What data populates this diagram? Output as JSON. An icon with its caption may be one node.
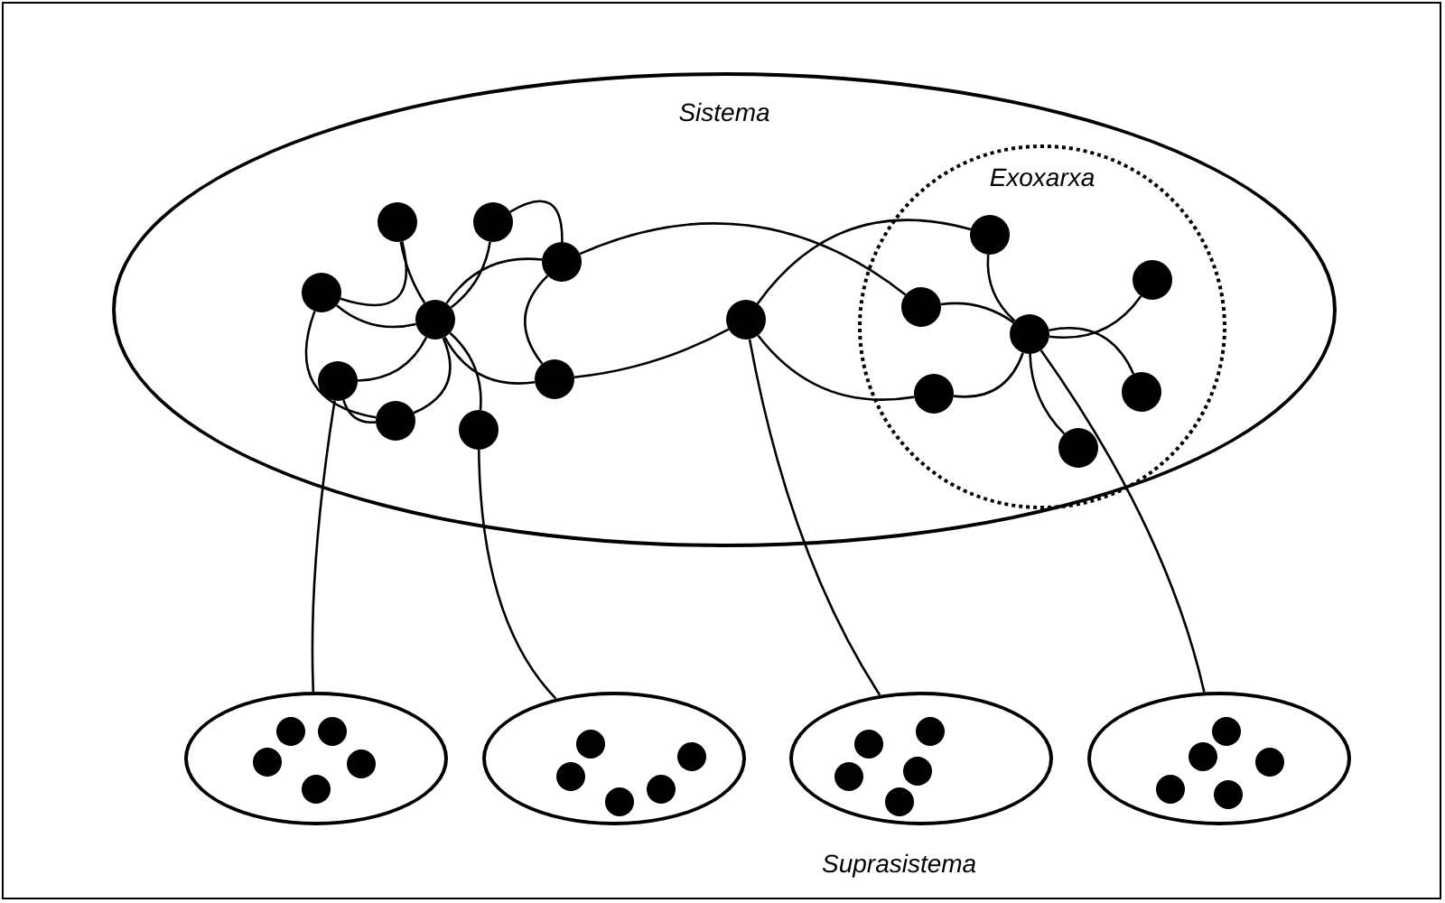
{
  "diagram": {
    "nodes": [
      {
        "text": [
          "Sistema"
        ]
      },
      {
        "text": [
          "Exoxarxa"
        ],
        "in": 0
      },
      {
        "text": [],
        "shape": "circle",
        "in": 0
      },
      {
        "text": [],
        "shape": "circle",
        "in": 0
      },
      {
        "text": [],
        "shape": "circle",
        "in": 0
      },
      {
        "text": [],
        "shape": "circle",
        "in": 0
      },
      {
        "text": [],
        "shape": "circle",
        "in": 0
      },
      {
        "text": [],
        "shape": "circle",
        "in": 0
      },
      {
        "text": [],
        "shape": "circle",
        "in": 0
      },
      {
        "text": [],
        "shape": "circle",
        "in": 0
      },
      {
        "text": [],
        "shape": "circle",
        "in": 0
      },
      {
        "text": [],
        "shape": "circle",
        "in": 0
      },
      {
        "text": [],
        "shape": "circle",
        "in": 1
      },
      {
        "text": [],
        "shape": "circle",
        "in": 1
      },
      {
        "text": [],
        "shape": "circle",
        "in": 1
      },
      {
        "text": [],
        "shape": "circle",
        "in": 1
      },
      {
        "text": [],
        "shape": "circle",
        "in": 1
      },
      {
        "text": [],
        "shape": "circle",
        "in": 1
      },
      {
        "text": [],
        "shape": "circle",
        "in": 1
      },
      {
        "text": [],
        "shape": "ellipse"
      },
      {
        "text": [],
        "shape": "circle",
        "in": 19
      },
      {
        "text": [],
        "shape": "circle",
        "in": 19
      },
      {
        "text": [],
        "shape": "circle",
        "in": 19
      },
      {
        "text": [],
        "shape": "circle",
        "in": 19
      },
      {
        "text": [],
        "shape": "circle",
        "in": 19
      },
      {
        "text": [],
        "shape": "ellipse"
      },
      {
        "text": [],
        "shape": "circle",
        "in": 25
      },
      {
        "text": [],
        "shape": "circle",
        "in": 25
      },
      {
        "text": [],
        "shape": "circle",
        "in": 25
      },
      {
        "text": [],
        "shape": "circle",
        "in": 25
      },
      {
        "text": [],
        "shape": "circle",
        "in": 25
      },
      {
        "text": [],
        "shape": "ellipse"
      },
      {
        "text": [],
        "shape": "circle",
        "in": 31
      },
      {
        "text": [],
        "shape": "circle",
        "in": 31
      },
      {
        "text": [],
        "shape": "circle",
        "in": 31
      },
      {
        "text": [],
        "shape": "circle",
        "in": 31
      },
      {
        "text": [],
        "shape": "circle",
        "in": 31
      },
      {
        "text": [],
        "shape": "ellipse"
      },
      {
        "text": [],
        "shape": "circle",
        "in": 37
      },
      {
        "text": [],
        "shape": "circle",
        "in": 37
      },
      {
        "text": [],
        "shape": "circle",
        "in": 37
      },
      {
        "text": [],
        "shape": "circle",
        "in": 37
      },
      {
        "text": [],
        "shape": "circle",
        "in": 37
      }
    ],
    "edges": [
      {
        "from": 2,
        "to": 5,
        "arrow": "none"
      },
      {
        "from": 3,
        "to": 5,
        "arrow": "none"
      },
      {
        "from": 4,
        "to": 5,
        "arrow": "none"
      },
      {
        "from": 5,
        "to": 6,
        "arrow": "none"
      },
      {
        "from": 7,
        "to": 5,
        "arrow": "none"
      },
      {
        "from": 5,
        "to": 9,
        "arrow": "none"
      },
      {
        "from": 5,
        "to": 10,
        "arrow": "none"
      },
      {
        "from": 5,
        "to": 8,
        "arrow": "none"
      },
      {
        "from": 4,
        "to": 2,
        "arrow": "none"
      },
      {
        "from": 3,
        "to": 6,
        "arrow": "none"
      },
      {
        "from": 4,
        "to": 8,
        "arrow": "none"
      },
      {
        "from": 7,
        "to": 8,
        "arrow": "none"
      },
      {
        "from": 6,
        "to": 9,
        "arrow": "none"
      },
      {
        "from": 6,
        "to": 13,
        "arrow": "none"
      },
      {
        "from": 9,
        "to": 11,
        "arrow": "none"
      },
      {
        "from": 11,
        "to": 12,
        "arrow": "none"
      },
      {
        "from": 11,
        "to": 15,
        "arrow": "none"
      },
      {
        "from": 11,
        "to": 31,
        "arrow": "none"
      },
      {
        "from": 12,
        "to": 14,
        "arrow": "none"
      },
      {
        "from": 13,
        "to": 14,
        "arrow": "none"
      },
      {
        "from": 15,
        "to": 14,
        "arrow": "none"
      },
      {
        "from": 16,
        "to": 14,
        "arrow": "none"
      },
      {
        "from": 17,
        "to": 14,
        "arrow": "none"
      },
      {
        "from": 18,
        "to": 14,
        "arrow": "none"
      },
      {
        "from": 14,
        "to": 37,
        "arrow": "none"
      },
      {
        "from": 7,
        "to": 19,
        "arrow": "none"
      },
      {
        "from": 10,
        "to": 25,
        "arrow": "none"
      }
    ],
    "labels": [
      "Suprasistema"
    ]
  }
}
